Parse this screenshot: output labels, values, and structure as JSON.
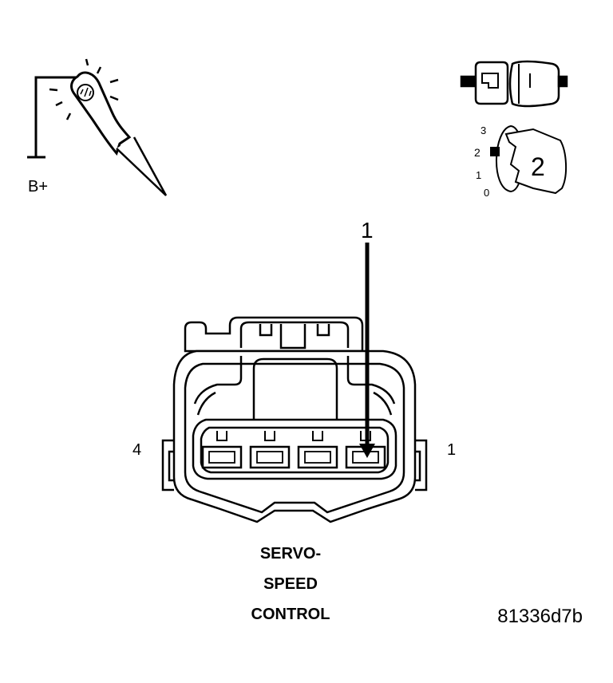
{
  "probe": {
    "supply_label": "B+"
  },
  "ignition": {
    "positions": [
      "3",
      "2",
      "1",
      "0"
    ],
    "key_position": "2"
  },
  "connector": {
    "callout": "1",
    "pin_left": "4",
    "pin_right": "1",
    "name_lines": [
      "SERVO-",
      "SPEED",
      "CONTROL"
    ]
  },
  "figure_id": "81336d7b",
  "colors": {
    "line": "#000000",
    "background": "#ffffff"
  }
}
